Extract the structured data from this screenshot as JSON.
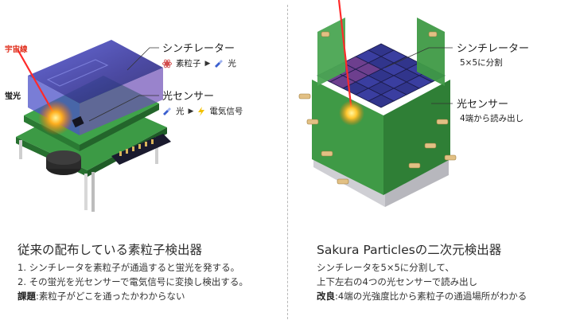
{
  "left": {
    "cosmic_ray_label": "宇宙線",
    "scintillation_label": "蛍光",
    "scintillator": {
      "title": "シンチレーター",
      "from": "素粒子",
      "to": "光"
    },
    "sensor": {
      "title": "光センサー",
      "from": "光",
      "to": "電気信号"
    },
    "heading": "従来の配布している素粒子検出器",
    "lines": [
      "1. シンチレータを素粒子が通過すると蛍光を発する。",
      "2. その蛍光を光センサーで電気信号に変換し検出する。"
    ],
    "issue_key": "課題",
    "issue_text": ":素粒子がどこを通ったかわからない"
  },
  "right": {
    "scintillator_title": "シンチレーター",
    "scintillator_sub": "5×5に分割",
    "sensor_title": "光センサー",
    "sensor_sub": "4端から読み出し",
    "heading": "Sakura Particlesの二次元検出器",
    "lines": [
      "シンチレータを5×5に分割して、",
      "上下左右の4つの光センサーで読み出し"
    ],
    "improve_key": "改良",
    "improve_text": ":4端の光強度比から素粒子の通過場所がわかる"
  },
  "colors": {
    "cosmic_ray": "#e0301e",
    "board_green": "#2f8a3c",
    "scintillator_blue": "#3a3fa8",
    "bolt": "#f2c100",
    "particle_icon": "#d24a4a",
    "light_icon": "#3a5fcf"
  },
  "icons": [
    "particle-icon",
    "flashlight-icon",
    "arrow-right-icon",
    "bolt-icon"
  ]
}
